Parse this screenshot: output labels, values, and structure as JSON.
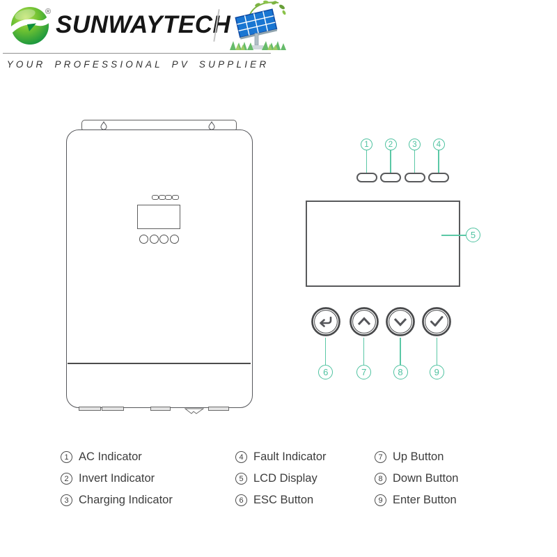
{
  "header": {
    "brand": "SUNWAYTECH",
    "registered": "®",
    "tagline": "YOUR PROFESSIONAL PV SUPPLIER"
  },
  "callouts": {
    "c1": "1",
    "c2": "2",
    "c3": "3",
    "c4": "4",
    "c5": "5",
    "c6": "6",
    "c7": "7",
    "c8": "8",
    "c9": "9"
  },
  "legend": {
    "items": [
      {
        "num": "1",
        "label": "AC Indicator"
      },
      {
        "num": "2",
        "label": "Invert Indicator"
      },
      {
        "num": "3",
        "label": "Charging Indicator"
      },
      {
        "num": "4",
        "label": "Fault Indicator"
      },
      {
        "num": "5",
        "label": "LCD Display"
      },
      {
        "num": "6",
        "label": "ESC Button"
      },
      {
        "num": "7",
        "label": "Up Button"
      },
      {
        "num": "8",
        "label": "Down Button"
      },
      {
        "num": "9",
        "label": "Enter Button"
      }
    ]
  },
  "icons": {
    "logo": "green-sphere-swoosh",
    "illustration": "solar-panel-with-plants",
    "button6": "return-arrow",
    "button7": "chevron-up",
    "button8": "chevron-down",
    "button9": "check-mark"
  },
  "colors": {
    "accent_teal": "#4FC2A0",
    "outline_gray": "#58595B",
    "text_dark": "#3D3D3D",
    "brand_green": "#169F40"
  }
}
